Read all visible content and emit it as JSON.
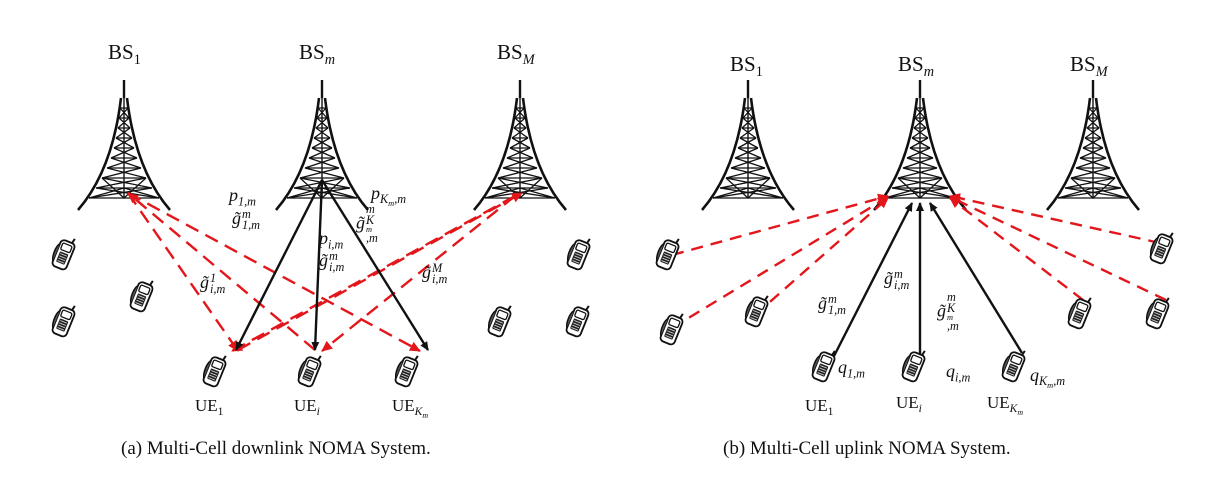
{
  "left_panel": {
    "caption": "(a) Multi-Cell downlink NOMA System.",
    "base_stations": [
      {
        "label": "BS",
        "sub": "1"
      },
      {
        "label": "BS",
        "sub": "m"
      },
      {
        "label": "BS",
        "sub": "M"
      }
    ],
    "users": [
      {
        "label": "UE",
        "sub": "1"
      },
      {
        "label": "UE",
        "sub": "i"
      },
      {
        "label": "UE",
        "sub": "K",
        "subsub": "m"
      }
    ],
    "labels": {
      "p1": {
        "base": "p",
        "sub": "1,m"
      },
      "g1": {
        "base": "g̃",
        "sup": "m",
        "sub": "1,m"
      },
      "pi": {
        "base": "p",
        "sub": "i,m"
      },
      "gi": {
        "base": "g̃",
        "sup": "m",
        "sub": "i,m"
      },
      "pk": {
        "base": "p",
        "sub": "K",
        "subsub": "m",
        "tail": ",m"
      },
      "gk": {
        "base": "g̃",
        "sup": "m",
        "sub": "K",
        "subsub": "m",
        "tail": ",m"
      },
      "g1inter": {
        "base": "g̃",
        "sup": "1",
        "sub": "i,m"
      },
      "gMinter": {
        "base": "g̃",
        "sup": "M",
        "sub": "i,m"
      }
    }
  },
  "right_panel": {
    "caption": "(b) Multi-Cell uplink NOMA System.",
    "base_stations": [
      {
        "label": "BS",
        "sub": "1"
      },
      {
        "label": "BS",
        "sub": "m"
      },
      {
        "label": "BS",
        "sub": "M"
      }
    ],
    "users": [
      {
        "label": "UE",
        "sub": "1"
      },
      {
        "label": "UE",
        "sub": "i"
      },
      {
        "label": "UE",
        "sub": "K",
        "subsub": "m"
      }
    ],
    "labels": {
      "g1": {
        "base": "g̃",
        "sup": "m",
        "sub": "1,m"
      },
      "gi": {
        "base": "g̃",
        "sup": "m",
        "sub": "i,m"
      },
      "gk": {
        "base": "g̃",
        "sup": "m",
        "sub": "K",
        "subsub": "m",
        "tail": ",m"
      },
      "q1": {
        "base": "q",
        "sub": "1,m"
      },
      "qi": {
        "base": "q",
        "sub": "i,m"
      },
      "qk": {
        "base": "q",
        "sub": "K",
        "subsub": "m",
        "tail": ",m"
      }
    }
  },
  "colors": {
    "signal": "#111111",
    "interference": "#e3161b",
    "tower": "#111111"
  },
  "icons": [
    "tower-icon",
    "phone-icon"
  ]
}
